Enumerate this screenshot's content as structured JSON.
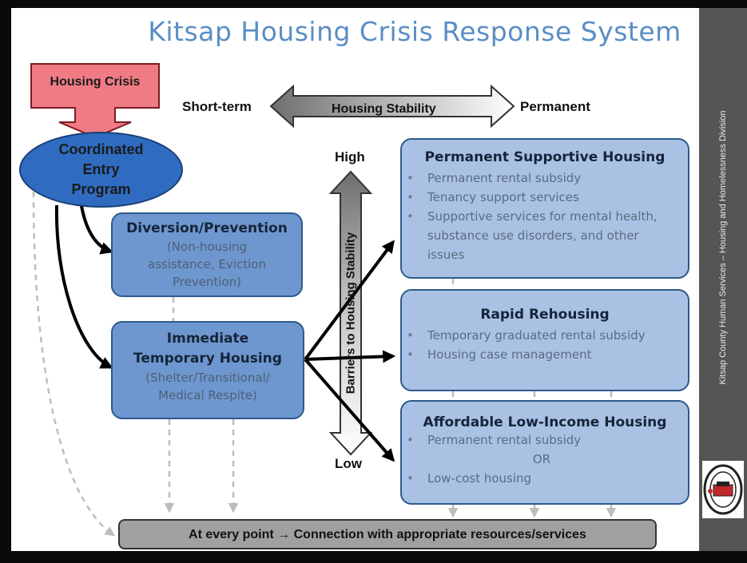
{
  "title": "Kitsap Housing Crisis Response System",
  "sidebar": {
    "text": "Kitsap County Human Services – Housing and Homelessness Division"
  },
  "stability_axis": {
    "left": "Short-term",
    "center": "Housing Stability",
    "right": "Permanent"
  },
  "barriers_axis": {
    "top": "High",
    "label": "Barriers to Housing Stability",
    "bottom": "Low"
  },
  "crisis": {
    "label": "Housing Crisis"
  },
  "entry": {
    "line1": "Coordinated",
    "line2": "Entry",
    "line3": "Program"
  },
  "diversion": {
    "title": "Diversion/Prevention",
    "line1": "(Non-housing",
    "line2": "assistance, Eviction",
    "line3": "Prevention)"
  },
  "temporary": {
    "title1": "Immediate",
    "title2": "Temporary Housing",
    "line1": "(Shelter/Transitional/",
    "line2": "Medical Respite)"
  },
  "psh": {
    "title": "Permanent Supportive Housing",
    "items": [
      "Permanent rental subsidy",
      "Tenancy support services",
      "Supportive services for mental health, substance use disorders, and other issues"
    ]
  },
  "rrh": {
    "title": "Rapid Rehousing",
    "items": [
      "Temporary graduated rental subsidy",
      "Housing case management"
    ]
  },
  "alih": {
    "title": "Affordable Low-Income Housing",
    "items": [
      "Permanent rental subsidy",
      "OR",
      "Low-cost housing"
    ]
  },
  "footer": {
    "text": "At every point → Connection with appropriate resources/services"
  },
  "colors": {
    "title": "#5a8ec6",
    "box_fill": "#a9c2e4",
    "dark_box": "#6e97cf",
    "entry_ellipse": "#2f6cc1",
    "crisis": "#f07b84",
    "footer": "#a0a0a0"
  }
}
